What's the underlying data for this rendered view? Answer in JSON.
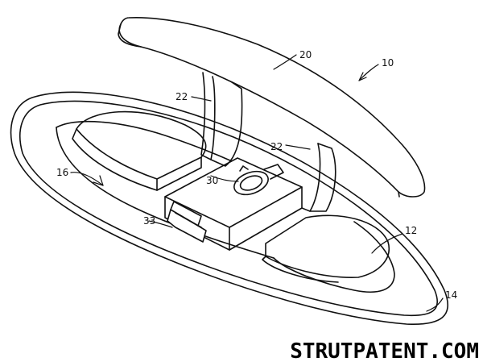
{
  "figure": {
    "labels": {
      "cleat": "10",
      "base": "12",
      "rim": "14",
      "recess": "16",
      "horn": "20",
      "post_left": "22",
      "post_right": "22",
      "lock": "30",
      "button": "33"
    }
  },
  "watermark": "STRUTPATENT.COM",
  "colors": {
    "ink": "#111111",
    "paper": "#ffffff"
  }
}
